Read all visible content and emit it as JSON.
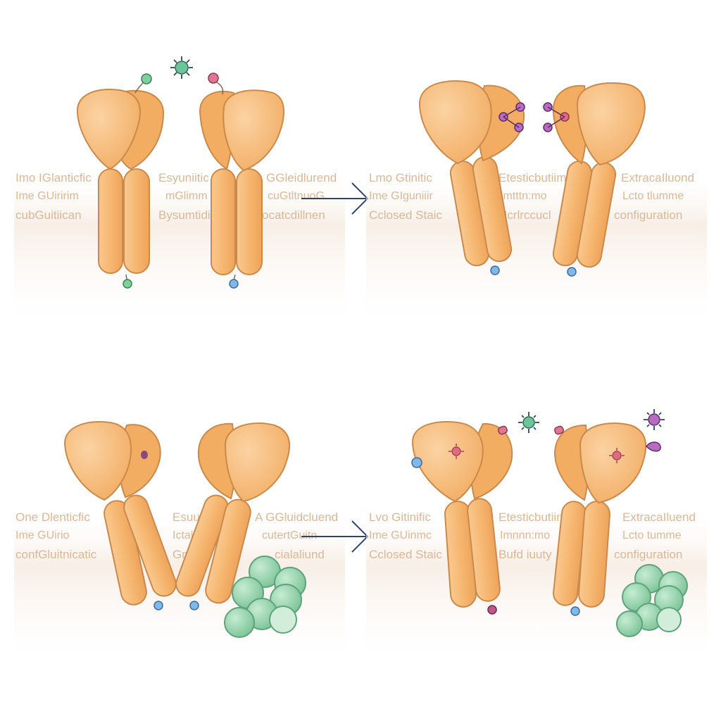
{
  "colors": {
    "subunit_fill": "#f7bf7f",
    "subunit_stroke": "#c98a4b",
    "helix_fill": "#f5b873",
    "label_text": "#d9b898",
    "membrane_band": "#f6ede4",
    "arrow": "#2f4466",
    "cluster_fill": "#8fcfa6",
    "cluster_stroke": "#5fa37c",
    "ligand_teal": "#6cc59a",
    "ligand_magenta": "#c0578a",
    "ligand_blue": "#6aa6de",
    "ligand_purple": "#b76bc1",
    "ligand_red": "#e36a7e"
  },
  "panels": {
    "top_left": {
      "labels": [
        "Imo IGlanticfic",
        "Esyuniitic",
        "GGleidlurend",
        "Ime GUiririm",
        "mGlimm",
        "cuGtltnuoG",
        "cubGuitiican",
        "Bysumtidic",
        "ocatcdillnen"
      ]
    },
    "top_right": {
      "labels": [
        "Lmo Gtinitic",
        "Etesticbutiim",
        "ExtracaIluond",
        "Ime GIguniiir",
        "Imtttn:mo",
        "Lcto tlumme",
        "Cclosed Staic",
        "Ucrlrccucl",
        "configuration"
      ]
    },
    "bottom_left": {
      "labels": [
        "One Dlenticfic",
        "Esuuniric",
        "A GGluidcluend",
        "Ime GUirio",
        "Ictalmi",
        "cutertGuitn",
        "confGluitnicatic",
        "Gniltic",
        "cialaliund"
      ]
    },
    "bottom_right": {
      "labels": [
        "Lvo Gitinific",
        "Etesticbutiim",
        "ExtracaIluend",
        "Ime GUinmc",
        "Imnnn:mo",
        "Lcto tumme",
        "Cclosed Staic",
        "Bufd iuuty",
        "configuration"
      ]
    }
  },
  "icons": {
    "transition_arrow": "right-arrow-icon",
    "ligand_star": "sun-star-icon",
    "ligand_dot": "circle-dot-icon",
    "protein_cluster": "bead-cluster-icon"
  }
}
